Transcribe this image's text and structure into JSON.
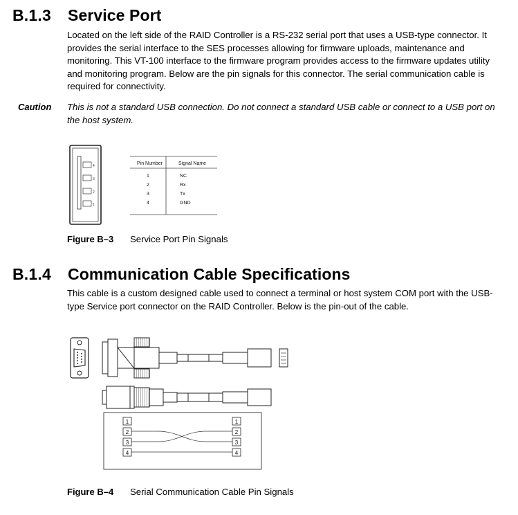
{
  "section_b13": {
    "number": "B.1.3",
    "title": "Service Port",
    "paragraph": "Located on the left side of the RAID Controller is a RS-232 serial port that uses a USB-type connector. It provides the serial interface to the SES processes allowing for firmware uploads, maintenance and monitoring. This VT-100 interface to the firmware program provides access to the firmware updates utility and monitoring program. Below are the pin signals for this connector. The serial communication cable is required for connectivity."
  },
  "caution": {
    "label": "Caution",
    "text": "This is not a standard USB connection. Do not connect a standard USB cable or connect to a USB port on the host system."
  },
  "figure_b3": {
    "label": "Figure B–3",
    "caption": "Service Port Pin Signals",
    "port_pins": [
      "4",
      "3",
      "2",
      "1"
    ],
    "table": {
      "headers": [
        "Pin Number",
        "Signal Name"
      ],
      "rows": [
        {
          "pin": "1",
          "signal": "NC"
        },
        {
          "pin": "2",
          "signal": "Rx"
        },
        {
          "pin": "3",
          "signal": "Tx"
        },
        {
          "pin": "4",
          "signal": "GND"
        }
      ]
    }
  },
  "section_b14": {
    "number": "B.1.4",
    "title": "Communication Cable Specifications",
    "paragraph": "This cable is a custom designed cable used to connect a terminal or host system COM port with the USB-type Service port connector on the RAID Controller. Below is the pin-out of the cable."
  },
  "figure_b4": {
    "label": "Figure B–4",
    "caption": "Serial Communication Cable Pin Signals",
    "left_pins": [
      "1",
      "2",
      "3",
      "4"
    ],
    "right_pins": [
      "1",
      "2",
      "3",
      "4"
    ]
  }
}
